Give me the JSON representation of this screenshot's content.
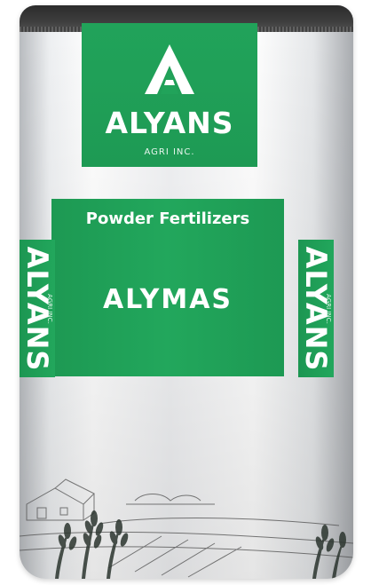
{
  "brand": {
    "name": "ALYANS",
    "subtitle": "AGRI INC."
  },
  "product": {
    "category": "Powder Fertilizers",
    "name": "ALYMAS"
  },
  "side_labels": {
    "left_name": "ALYANS",
    "left_sub": "AGRI INC.",
    "right_name": "ALYANS",
    "right_sub": "AGRI INC."
  },
  "colors": {
    "brand_green": "#21a35a",
    "seal_dark": "#2b2b2b",
    "bag_white": "#f4f5f6"
  },
  "icons": {
    "logo_mark": "a-triangle-logo-icon",
    "bottom_art": "farm-wheat-sketch"
  }
}
